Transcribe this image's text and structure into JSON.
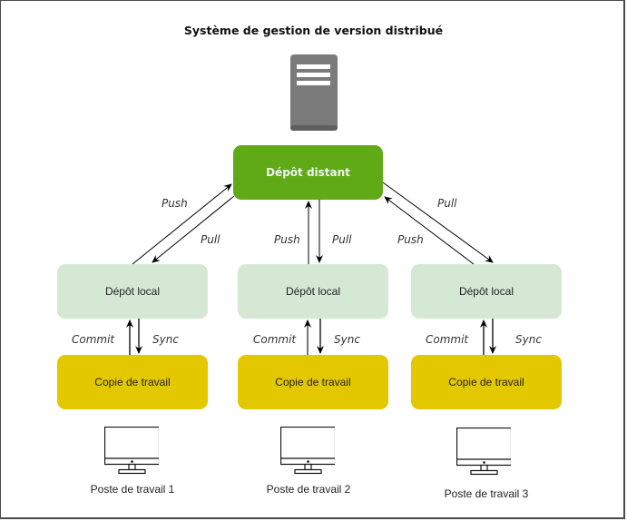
{
  "title": "Système de gestion de version distribué",
  "remote_repo": {
    "label": "Dépôt distant",
    "icon": "server-icon",
    "color": "#60a917"
  },
  "columns": [
    {
      "local_repo": "Dépôt local",
      "working_copy": "Copie de travail",
      "workstation": "Poste de travail 1",
      "push_label": "Push",
      "pull_label": "Pull",
      "commit_label": "Commit",
      "sync_label": "Sync"
    },
    {
      "local_repo": "Dépôt local",
      "working_copy": "Copie de travail",
      "workstation": "Poste de travail 2",
      "push_label": "Push",
      "pull_label": "Pull",
      "commit_label": "Commit",
      "sync_label": "Sync"
    },
    {
      "local_repo": "Dépôt local",
      "working_copy": "Copie de travail",
      "workstation": "Poste de travail 3",
      "push_label": "Push",
      "pull_label": "Pull",
      "commit_label": "Commit",
      "sync_label": "Sync"
    }
  ],
  "colors": {
    "local_repo_fill": "#d5e8d4",
    "working_copy_fill": "#e3c800",
    "server_fill": "#7a7a7a"
  }
}
